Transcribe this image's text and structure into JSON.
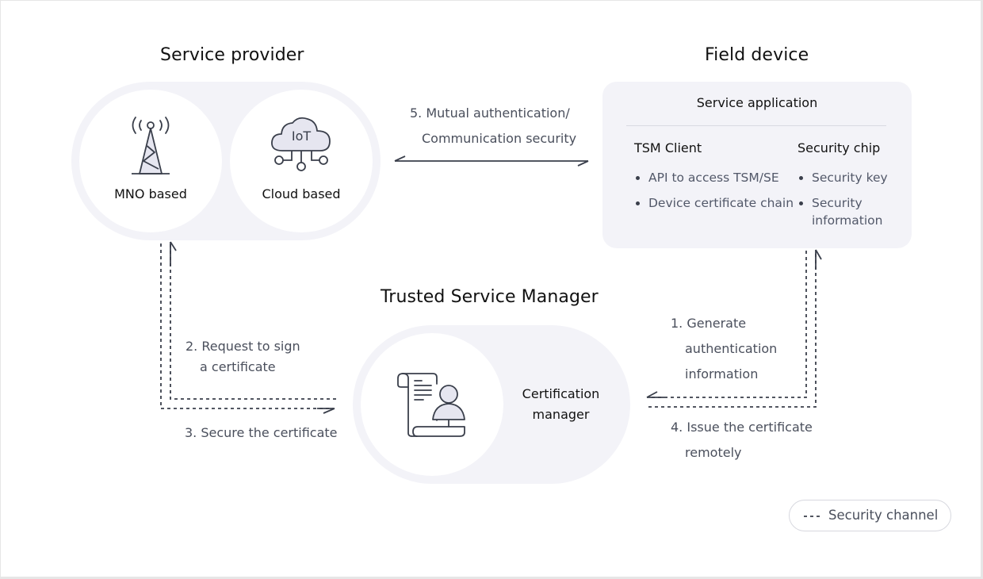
{
  "service_provider": {
    "title": "Service provider",
    "items": [
      {
        "label": "MNO based",
        "icon": "cell-tower-icon"
      },
      {
        "label": "Cloud based",
        "icon": "iot-cloud-icon",
        "icon_text": "IoT"
      }
    ]
  },
  "field_device": {
    "title": "Field device",
    "header": "Service application",
    "columns": [
      {
        "title": "TSM Client",
        "items": [
          "API to access TSM/SE",
          "Device certificate chain"
        ]
      },
      {
        "title": "Security chip",
        "items": [
          "Security key",
          "Security information"
        ],
        "wrapped": [
          "Security",
          "information"
        ]
      }
    ]
  },
  "tsm": {
    "title": "Trusted Service Manager",
    "label_lines": [
      "Certification",
      "manager"
    ],
    "icon": "certificate-person-icon"
  },
  "steps": {
    "step1": [
      "1. Generate",
      "authentication",
      "information"
    ],
    "step2": [
      "2. Request to sign",
      "a certificate"
    ],
    "step3": [
      "3. Secure the certificate"
    ],
    "step4": [
      "4. Issue the certificate",
      "remotely"
    ],
    "step5": [
      "5. Mutual authentication/",
      "Communication security"
    ]
  },
  "legend": {
    "symbol": "---",
    "label": "Security channel"
  },
  "colors": {
    "panel_fill": "#f3f3f8",
    "line": "#3a3f4b",
    "icon_fill": "#e6e6f0",
    "text_primary": "#111111",
    "text_secondary": "#4a4f5c"
  }
}
